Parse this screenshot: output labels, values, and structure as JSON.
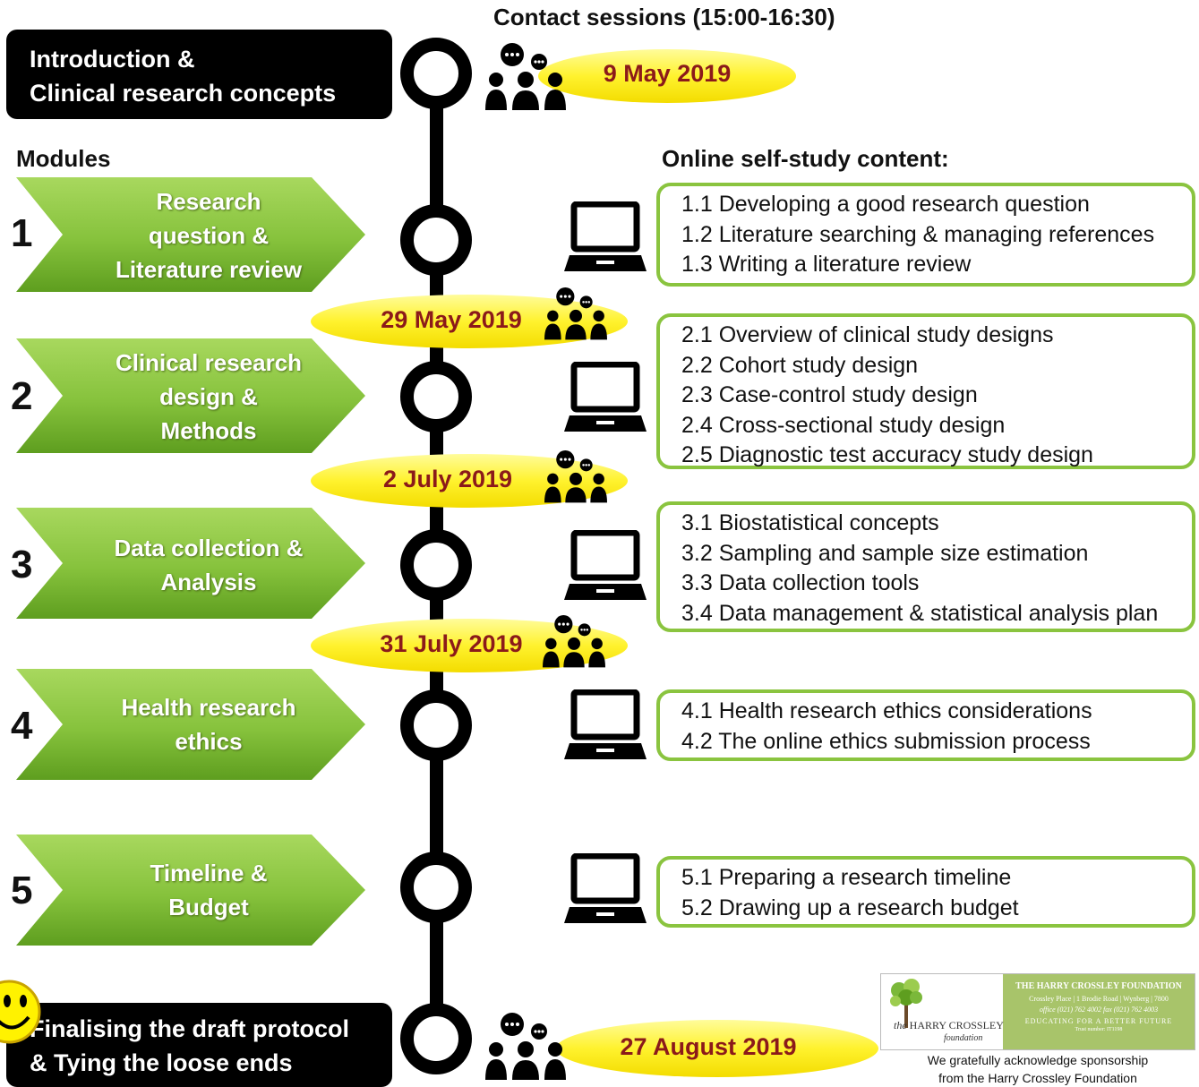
{
  "contact_heading": "Contact sessions (15:00-16:30)",
  "modules_heading": "Modules",
  "online_heading": "Online self-study content:",
  "intro_box": {
    "line1": "Introduction &",
    "line2": "Clinical research concepts"
  },
  "final_box": {
    "line1": "Finalising the draft protocol",
    "line2": "& Tying the loose ends"
  },
  "dates": [
    "9 May 2019",
    "29 May 2019",
    "2 July 2019",
    "31 July 2019",
    "27 August 2019"
  ],
  "modules": [
    {
      "number": "1",
      "lines": [
        "Research",
        "question &",
        "Literature review"
      ],
      "items": [
        "1.1 Developing a good research question",
        "1.2 Literature searching & managing references",
        "1.3 Writing a literature review"
      ]
    },
    {
      "number": "2",
      "lines": [
        "Clinical research",
        "design &",
        "Methods"
      ],
      "items": [
        "2.1 Overview of clinical study designs",
        "2.2 Cohort study design",
        "2.3 Case-control study design",
        "2.4 Cross-sectional study design",
        "2.5 Diagnostic test accuracy study design"
      ]
    },
    {
      "number": "3",
      "lines": [
        "Data collection &",
        "Analysis"
      ],
      "items": [
        "3.1 Biostatistical concepts",
        "3.2 Sampling and sample size estimation",
        "3.3 Data collection tools",
        "3.4 Data management & statistical analysis plan"
      ]
    },
    {
      "number": "4",
      "lines": [
        "Health research",
        "ethics"
      ],
      "items": [
        "4.1 Health research ethics considerations",
        "4.2 The online ethics submission process"
      ]
    },
    {
      "number": "5",
      "lines": [
        "Timeline &",
        "Budget"
      ],
      "items": [
        "5.1 Preparing a research timeline",
        "5.2 Drawing up a research budget"
      ]
    }
  ],
  "sponsor": {
    "logo_text_1": "the",
    "logo_text_2": "HARRY CROSSLEY",
    "logo_text_3": "foundation",
    "org_title": "THE HARRY CROSSLEY FOUNDATION",
    "address": "Crossley Place | 1 Brodie Road | Wynberg | 7800",
    "phone": "office (021) 762 4002  fax (021) 762 4003",
    "tagline": "EDUCATING FOR A BETTER FUTURE",
    "trust": "Trust number: IT1198",
    "caption_line1": "We gratefully acknowledge sponsorship",
    "caption_line2": "from the Harry Crossley Foundation"
  },
  "colors": {
    "green_light": "#a6d65a",
    "green_dark": "#5e9e1f",
    "date_text": "#8b1a1a",
    "oval_yellow": "#fff22e",
    "box_border": "#8ac43f"
  }
}
